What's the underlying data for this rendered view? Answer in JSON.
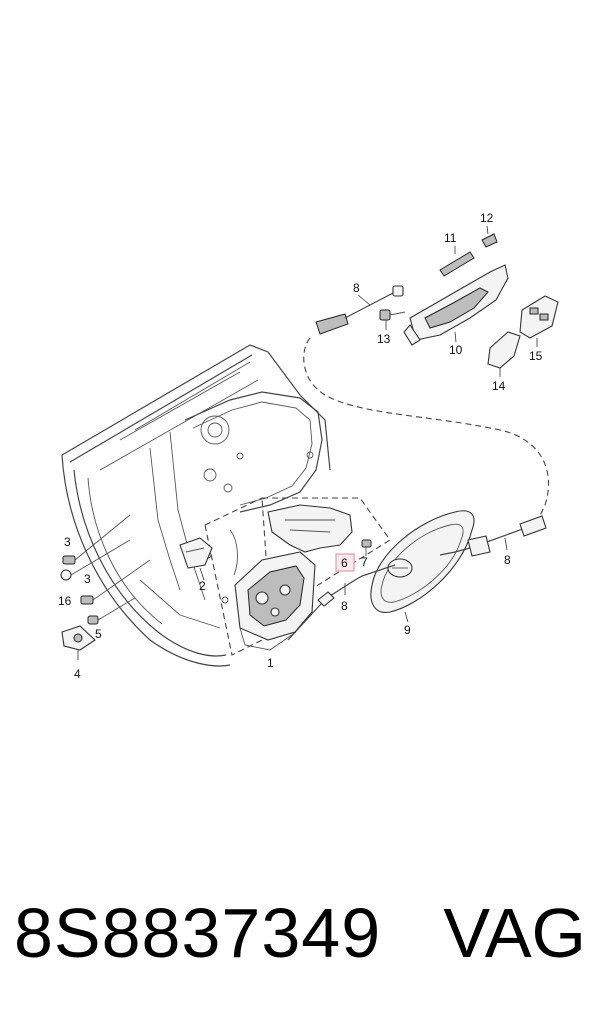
{
  "diagram": {
    "callouts": [
      {
        "id": "c1",
        "label": "1"
      },
      {
        "id": "c2",
        "label": "2"
      },
      {
        "id": "c3a",
        "label": "3"
      },
      {
        "id": "c3b",
        "label": "3"
      },
      {
        "id": "c4",
        "label": "4"
      },
      {
        "id": "c5",
        "label": "5"
      },
      {
        "id": "c6",
        "label": "6"
      },
      {
        "id": "c7",
        "label": "7"
      },
      {
        "id": "c8a",
        "label": "8"
      },
      {
        "id": "c8b",
        "label": "8"
      },
      {
        "id": "c8c",
        "label": "8"
      },
      {
        "id": "c9",
        "label": "9"
      },
      {
        "id": "c10",
        "label": "10"
      },
      {
        "id": "c11",
        "label": "11"
      },
      {
        "id": "c12",
        "label": "12"
      },
      {
        "id": "c13",
        "label": "13"
      },
      {
        "id": "c14",
        "label": "14"
      },
      {
        "id": "c15",
        "label": "15"
      },
      {
        "id": "c16",
        "label": "16"
      }
    ],
    "highlighted_callout": "6",
    "highlight_color": "#e89aa8"
  },
  "footer": {
    "part_number": "8S8837349",
    "brand": "VAG"
  }
}
